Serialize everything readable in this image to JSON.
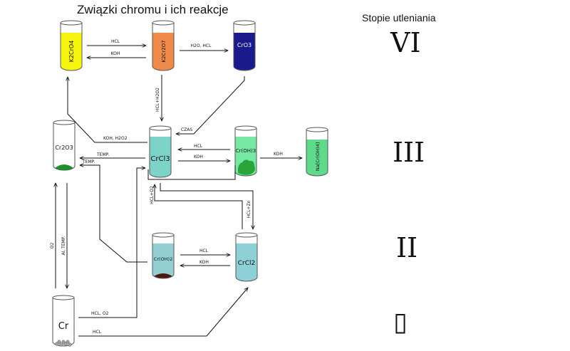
{
  "title": "Związki chromu i ich reakcje",
  "oxidation_header": "Stopie utleniania",
  "levels": [
    "VI",
    "III",
    "II",
    "▯"
  ],
  "tubes": {
    "k2cro4": "K2CrO4",
    "k2cr2o7": "K2Cr2O7",
    "cro3": "CrO3",
    "cr2o3": "Cr2O3",
    "crcl3": "CrCl3",
    "croh3": "Cr(OH)3",
    "nacroh4": "Na[Cr(OH)4]",
    "croh2": "Cr(OH)2",
    "crcl2": "CrCl2",
    "cr": "Cr"
  },
  "reactions": {
    "k2cro4_to_k2cr2o7": "HCL",
    "k2cr2o7_to_k2cro4": "KOH",
    "k2cr2o7_to_cro3": "H2O, HCL",
    "k2cr2o7_to_crcl3": "HCL+H2O2",
    "cro3_to_crcl3": "CZAS",
    "crcl3_to_k2cro4": "KOH, H2O2",
    "croh3_to_crcl3": "HCL",
    "crcl3_to_croh3": "KOH",
    "croh3_to_nacroh4": "KOH",
    "crcl3_to_cr2o3": "TEMP.",
    "croh2_to_cr2o3": "TEMP.",
    "crcl3_to_crcl2": "HCL+Zn",
    "crcl2_to_crcl3": "HCL+O2",
    "croh2_to_crcl2": "HCL",
    "crcl2_to_croh2": "KOH",
    "cr_to_cr2o3": "O2",
    "cr2o3_to_cr": "Al, TEMP.",
    "cr_to_crcl3": "HCL, O2",
    "cr_to_crcl2": "HCL"
  },
  "colors": {
    "k2cro4": "#f5f50f",
    "k2cr2o7": "#f08a4a",
    "cro3": "#1a1a8c",
    "crcl3": "#7ed3c8",
    "croh3_liquid": "#78e9a4",
    "croh3_precipitate": "#2ca43c",
    "nacroh4": "#5fd98a",
    "cr2o3_solid": "#1f8f2a",
    "croh2_liquid": "#93cfd3",
    "croh2_precipitate": "#4a1a10",
    "crcl2": "#8fd0d6",
    "cr_solid": "#a0a0a0"
  }
}
